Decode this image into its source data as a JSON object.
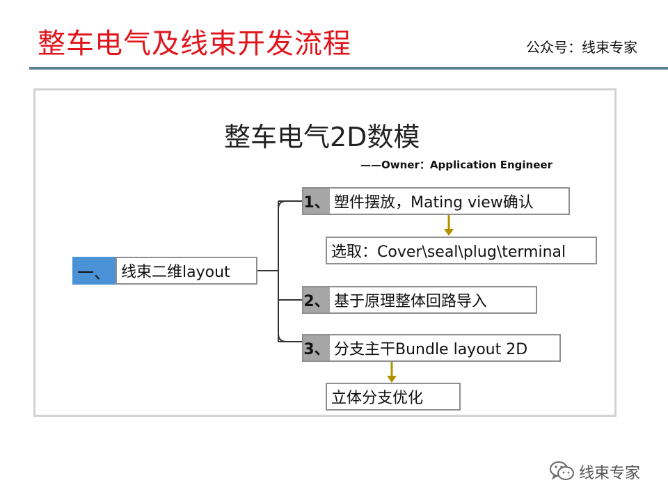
{
  "header": {
    "title": "整车电气及线束开发流程",
    "source": "公众号：线束专家"
  },
  "diagram": {
    "title": "整车电气2D数模",
    "owner": "——Owner：Application Engineer",
    "root": {
      "number": "一、",
      "label": "线束二维layout"
    },
    "steps": [
      {
        "number": "1、",
        "label": "塑件摆放，Mating view确认",
        "sub": "选取：Cover\\seal\\plug\\terminal"
      },
      {
        "number": "2、",
        "label": "基于原理整体回路导入"
      },
      {
        "number": "3、",
        "label": "分支主干Bundle layout 2D",
        "sub": "立体分支优化"
      }
    ]
  },
  "footer": {
    "watermark": "线束专家",
    "icon": "wechat-icon"
  },
  "colors": {
    "title_red": "#e0151c",
    "rule_blue": "#5c7f95",
    "root_blue": "#4a92d5",
    "step_gray": "#a6a6a6",
    "arrow_gold": "#b38f00",
    "connector": "#333333"
  }
}
